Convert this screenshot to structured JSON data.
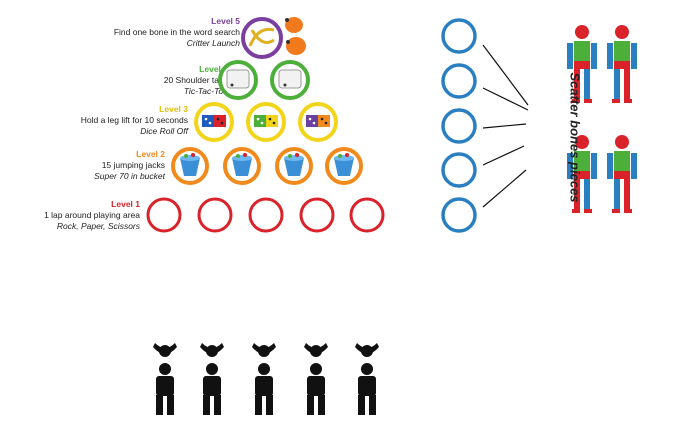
{
  "levels": [
    {
      "title": "Level 5",
      "task": "Find one bone in the word search",
      "game": "Critter Launch",
      "color": "#7b3fa0"
    },
    {
      "title": "Level 4",
      "task": "20 Shoulder taps",
      "game": "Tic-Tac-Toe",
      "color": "#4caf3a"
    },
    {
      "title": "Level 3",
      "task": "Hold a leg lift for 10 seconds",
      "game": "Dice Roll Off",
      "color": "#f2d51a"
    },
    {
      "title": "Level 2",
      "task": "15 jumping jacks",
      "game": "Super 70 in bucket",
      "color": "#f08a1c"
    },
    {
      "title": "Level 1",
      "task": "1 lap around playing area",
      "game": "Rock, Paper, Scissors",
      "color": "#d9222a"
    }
  ],
  "scatter_label": "Scatter bones pieces",
  "blue_ring_color": "#2a7fc1"
}
